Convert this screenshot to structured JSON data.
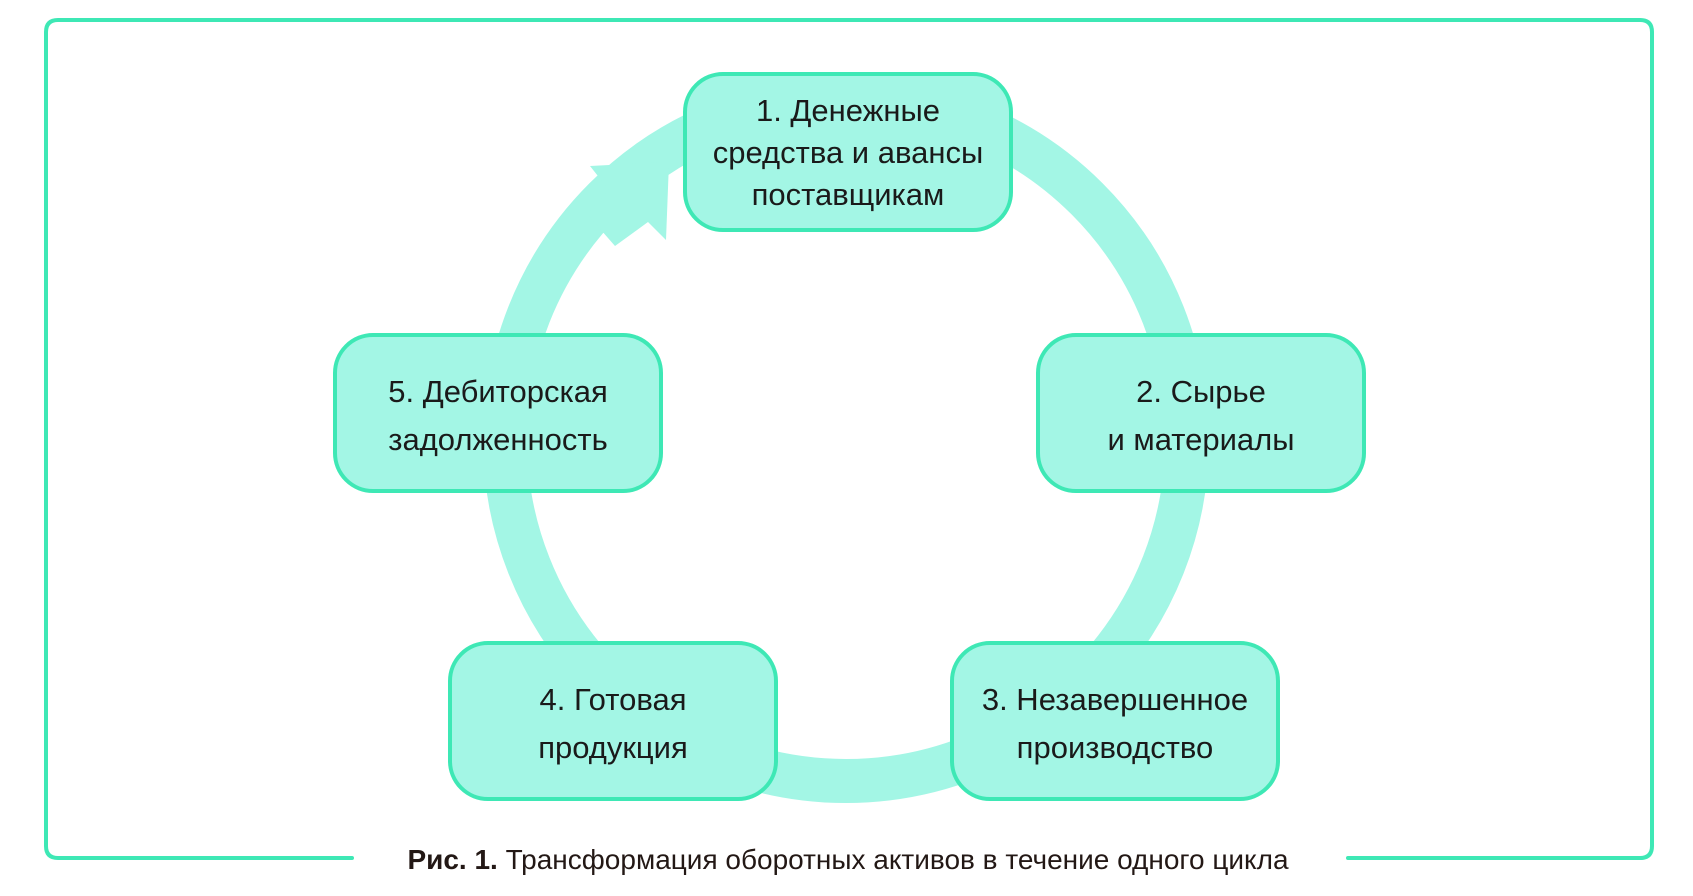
{
  "colors": {
    "frame": "#3ee8b5",
    "ring": "#a3f6e5",
    "box_fill": "#a3f6e5",
    "box_stroke": "#3ee8b5",
    "text": "#1a1a1a"
  },
  "nodes": [
    {
      "id": "n1",
      "lines": [
        "1. Денежные",
        "средства и авансы",
        "поставщикам"
      ]
    },
    {
      "id": "n2",
      "lines": [
        "2. Сырье",
        "и материалы"
      ]
    },
    {
      "id": "n3",
      "lines": [
        "3. Незавершенное",
        "производство"
      ]
    },
    {
      "id": "n4",
      "lines": [
        "4. Готовая",
        "продукция"
      ]
    },
    {
      "id": "n5",
      "lines": [
        "5. Дебиторская",
        "задолженность"
      ]
    }
  ],
  "caption": {
    "label": "Рис. 1.",
    "text": " Трансформация оборотных активов в течение одного цикла"
  }
}
